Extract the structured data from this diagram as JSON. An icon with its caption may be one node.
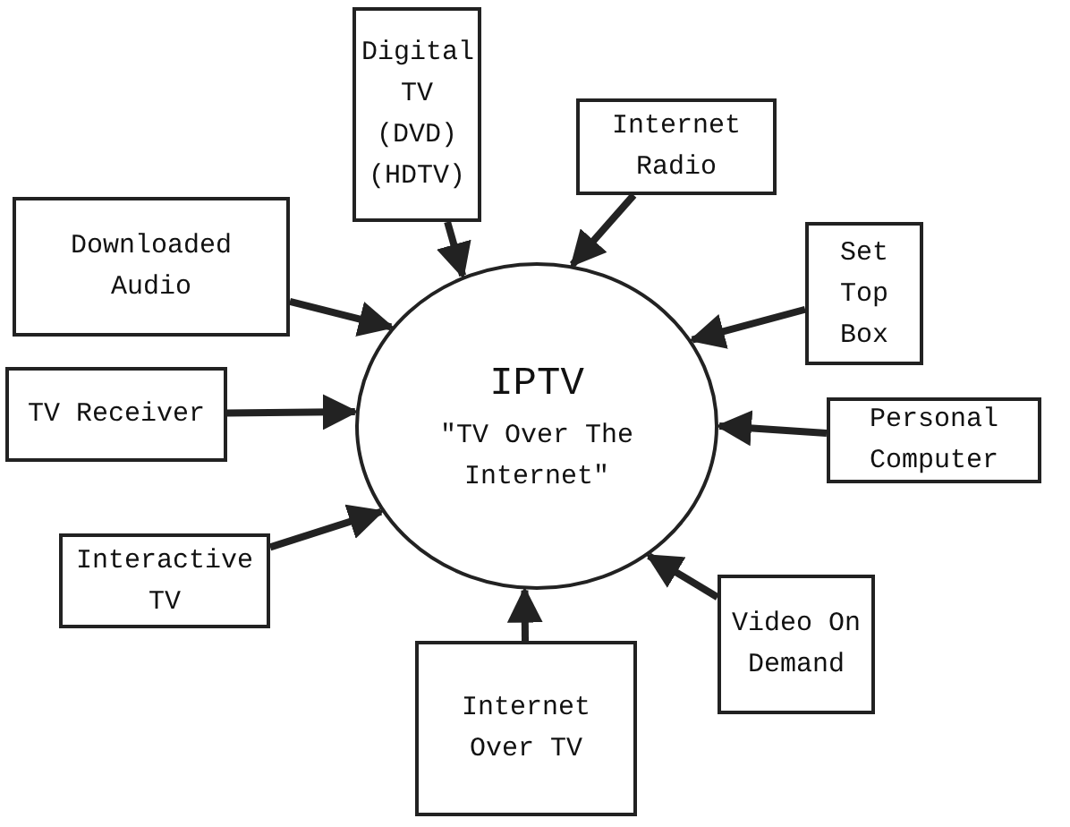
{
  "diagram": {
    "nodes": [
      {
        "text": [
          "IPTV",
          "\"TV Over The Internet\""
        ]
      },
      {
        "text": [
          "Digital TV (DVD) (HDTV)"
        ]
      },
      {
        "text": [
          "Internet Radio"
        ]
      },
      {
        "text": [
          "Downloaded Audio"
        ]
      },
      {
        "text": [
          "Set Top Box"
        ]
      },
      {
        "text": [
          "TV Receiver"
        ]
      },
      {
        "text": [
          "Personal Computer"
        ]
      },
      {
        "text": [
          "Interactive TV"
        ]
      },
      {
        "text": [
          "Video On Demand"
        ]
      },
      {
        "text": [
          "Internet Over TV"
        ]
      }
    ],
    "edges": [
      {
        "from": 1,
        "to": 0,
        "arrow": "to"
      },
      {
        "from": 2,
        "to": 0,
        "arrow": "to"
      },
      {
        "from": 3,
        "to": 0,
        "arrow": "to"
      },
      {
        "from": 4,
        "to": 0,
        "arrow": "to"
      },
      {
        "from": 5,
        "to": 0,
        "arrow": "to"
      },
      {
        "from": 6,
        "to": 0,
        "arrow": "to"
      },
      {
        "from": 7,
        "to": 0,
        "arrow": "to"
      },
      {
        "from": 8,
        "to": 0,
        "arrow": "to"
      },
      {
        "from": 9,
        "to": 0,
        "arrow": "to"
      }
    ]
  }
}
